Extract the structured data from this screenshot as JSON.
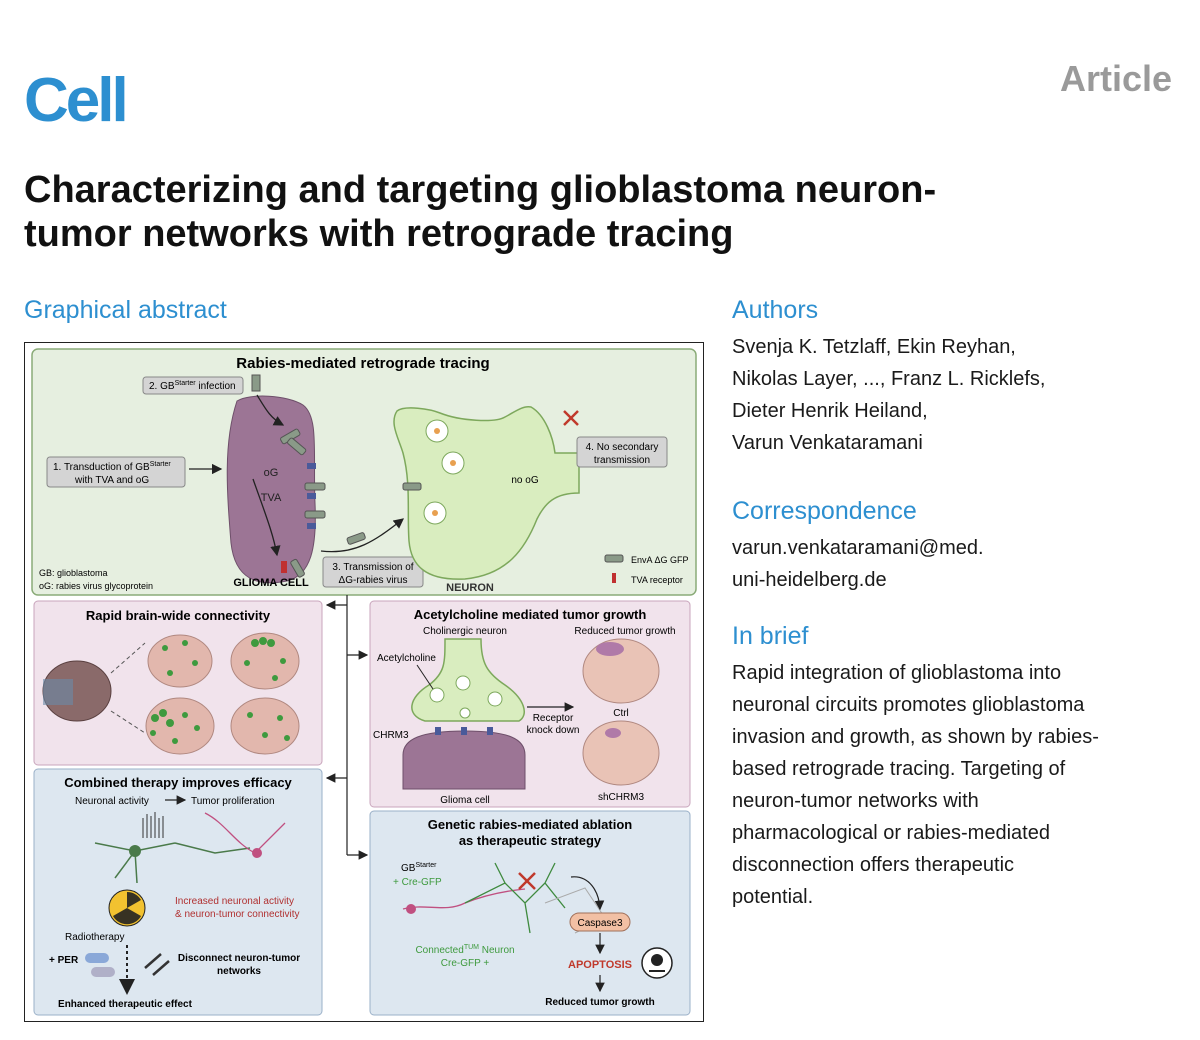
{
  "header": {
    "journal": "Cell",
    "article_type": "Article",
    "title_line1": "Characterizing and targeting glioblastoma neuron-",
    "title_line2": "tumor networks with retrograde tracing"
  },
  "sections": {
    "graphical_abstract": "Graphical abstract",
    "authors": "Authors",
    "correspondence": "Correspondence",
    "in_brief": "In brief"
  },
  "authors_lines": [
    "Svenja K. Tetzlaff, Ekin Reyhan,",
    "Nikolas Layer, ..., Franz L. Ricklefs,",
    "Dieter Henrik Heiland,",
    "Varun Venkataramani"
  ],
  "correspondence_lines": [
    "varun.venkataramani@med.",
    "uni-heidelberg.de"
  ],
  "in_brief_lines": [
    "Rapid integration of glioblastoma into",
    "neuronal circuits promotes glioblastoma",
    "invasion and growth, as shown by rabies-",
    "based retrograde tracing. Targeting of",
    "neuron-tumor networks with",
    "pharmacological or rabies-mediated",
    "disconnection offers therapeutic",
    "potential."
  ],
  "abstract": {
    "panel1": {
      "title": "Rabies-mediated retrograde tracing",
      "step2": "2. GB",
      "step2_sup": "Starter",
      "step2_tail": " infection",
      "step1_line1": "1. Transduction of GB",
      "step1_sup": "Starter",
      "step1_line2": "with TVA and oG",
      "og": "oG",
      "tva": "TVA",
      "glioma_cell": "GLIOMA CELL",
      "step3_line1": "3. Transmission of",
      "step3_line2": "ΔG-rabies virus",
      "neuron": "NEURON",
      "no_og": "no oG",
      "step4_line1": "4. No secondary",
      "step4_line2": "transmission",
      "legend_gb": "GB: glioblastoma",
      "legend_og": "oG: rabies virus glycoprotein",
      "legend_envag": "EnvA ΔG GFP",
      "legend_tva": "TVA receptor"
    },
    "panel2": {
      "title": "Rapid brain-wide connectivity"
    },
    "panel3": {
      "title": "Acetylcholine mediated tumor growth",
      "cholinergic": "Cholinergic neuron",
      "acetylcholine": "Acetylcholine",
      "chrm3": "CHRM3",
      "glioma_cell": "Glioma cell",
      "reduced": "Reduced tumor growth",
      "receptor_line1": "Receptor",
      "receptor_line2": "knock down",
      "ctrl": "Ctrl",
      "shchrm3": "shCHRM3"
    },
    "panel4": {
      "title": "Combined therapy improves efficacy",
      "neuronal_activity": "Neuronal activity",
      "tumor_prolif": "Tumor proliferation",
      "increased_line1": "Increased neuronal activity",
      "increased_line2": "& neuron-tumor connectivity",
      "radiotherapy": "Radiotherapy",
      "per": "+ PER",
      "disconnect_line1": "Disconnect neuron-tumor",
      "disconnect_line2": "networks",
      "enhanced": "Enhanced therapeutic effect"
    },
    "panel5": {
      "title_line1": "Genetic rabies-mediated ablation",
      "title_line2": "as therapeutic strategy",
      "gb_starter": "GB",
      "gb_starter_sup": "Starter",
      "cre_gfp": "+ Cre-GFP",
      "connected": "Connected",
      "connected_sup": "TUM",
      "connected_tail": " Neuron",
      "cre_gfp_plus": "Cre-GFP +",
      "caspase": "Caspase3",
      "apoptosis": "APOPTOSIS",
      "reduced": "Reduced tumor growth"
    }
  },
  "colors": {
    "cell_blue": "#2d8fd0",
    "article_gray": "#9a9a9a",
    "panel_green": "#e6efe0",
    "panel_pink": "#f1e3ec",
    "panel_blue": "#dde7f0",
    "glioma_purple": "#9c7595",
    "neuron_green": "#d9edbf",
    "red_text": "#c0392b"
  }
}
